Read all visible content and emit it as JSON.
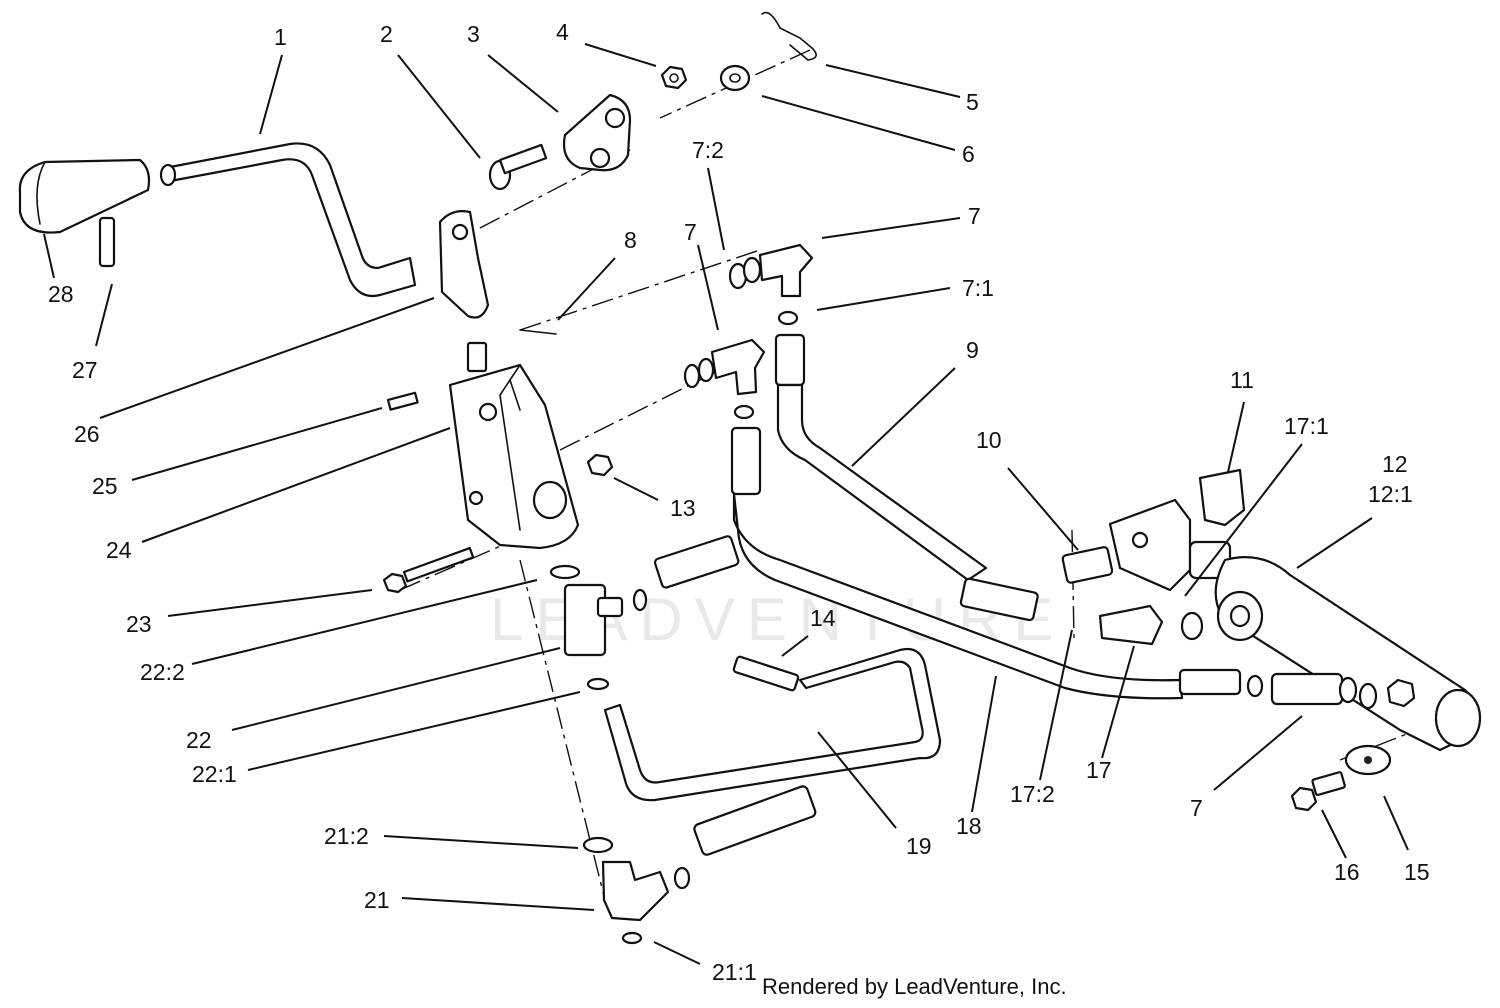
{
  "callouts": {
    "c1": "1",
    "c2": "2",
    "c3": "3",
    "c4": "4",
    "c5": "5",
    "c6": "6",
    "c7_2": "7:2",
    "c7a": "7",
    "c7b": "7",
    "c7_1": "7:1",
    "c8": "8",
    "c9": "9",
    "c10": "10",
    "c11": "11",
    "c17_1": "17:1",
    "c12": "12",
    "c12_1": "12:1",
    "c13": "13",
    "c14": "14",
    "c7c": "7",
    "c17": "17",
    "c17_2": "17:2",
    "c18": "18",
    "c19": "19",
    "c16": "16",
    "c15": "15",
    "c28": "28",
    "c27": "27",
    "c26": "26",
    "c25": "25",
    "c24": "24",
    "c23": "23",
    "c22_2": "22:2",
    "c22": "22",
    "c22_1": "22:1",
    "c21_2": "21:2",
    "c21": "21",
    "c21_1": "21:1"
  },
  "footer": {
    "credit": "Rendered by LeadVenture, Inc."
  },
  "watermark": {
    "brand": "LEADVENTURE"
  }
}
